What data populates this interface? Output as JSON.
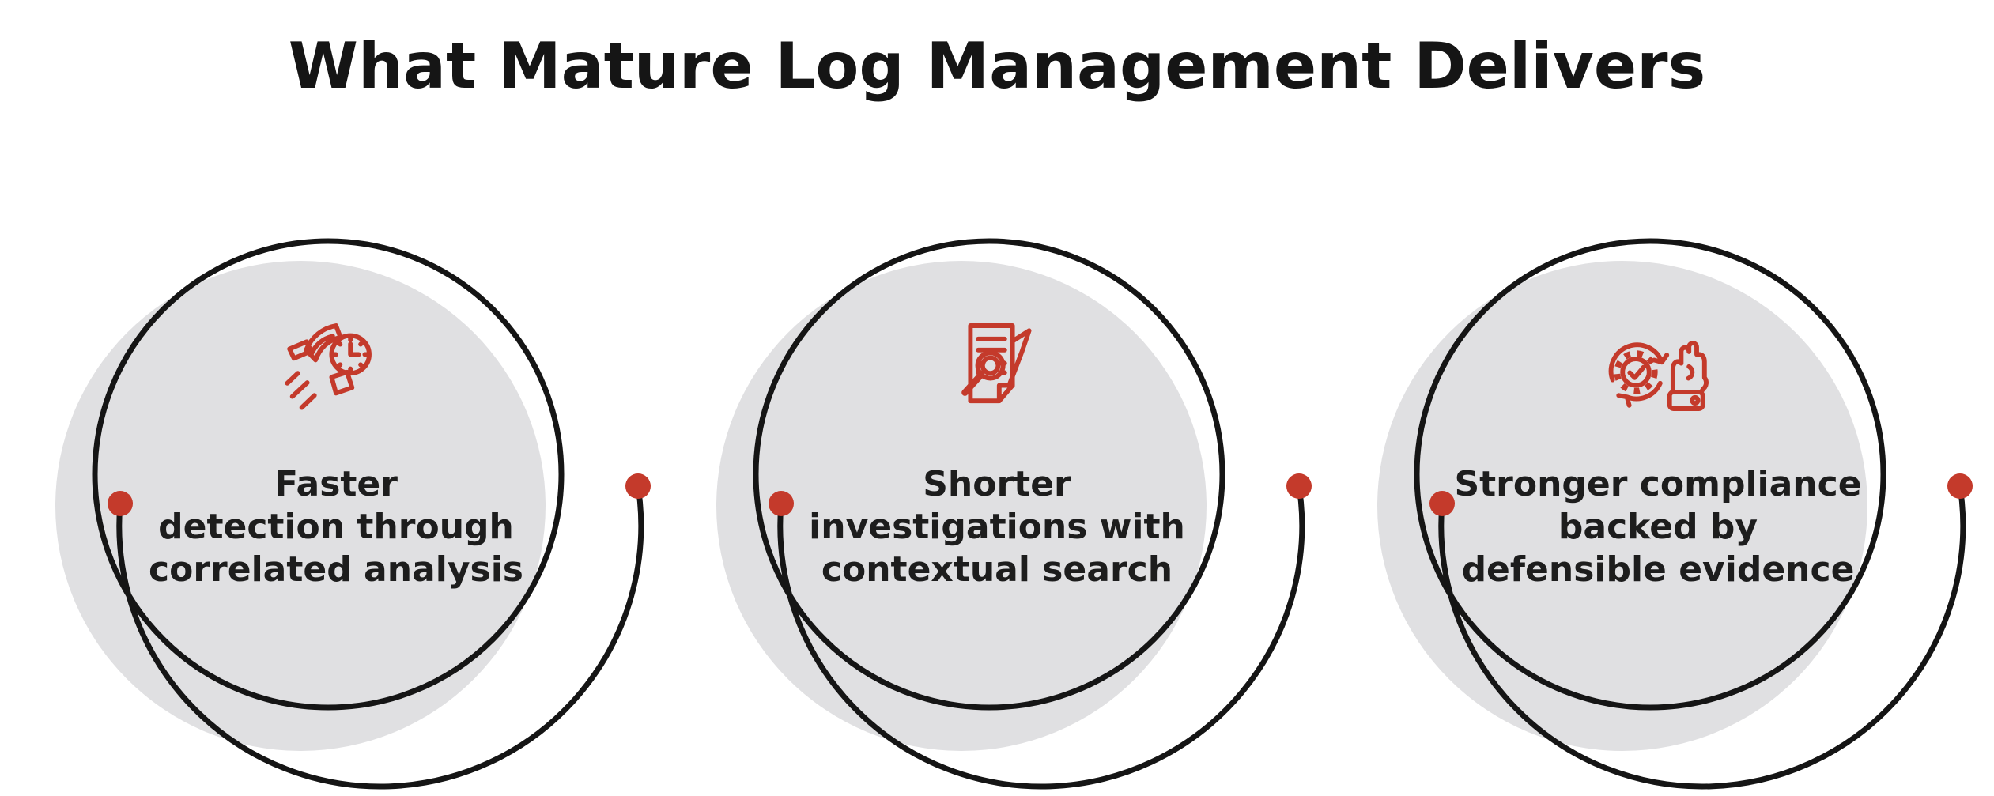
{
  "title": "What Mature Log Management Delivers",
  "cards": [
    {
      "id": "faster-detection",
      "icon": "speed-stopwatch-icon",
      "lines": [
        "Faster",
        "detection through",
        "correlated analysis"
      ]
    },
    {
      "id": "shorter-investigations",
      "icon": "document-search-icon",
      "lines": [
        "Shorter",
        "investigations with",
        "contextual search"
      ]
    },
    {
      "id": "stronger-compliance",
      "icon": "compliance-strength-icon",
      "lines": [
        "Stronger compliance",
        "backed by",
        "defensible evidence"
      ]
    }
  ],
  "colors": {
    "accent_red": "#c43a2b",
    "circle_gray": "#e0e0e2",
    "ink_black": "#151515",
    "background": "#ffffff"
  }
}
